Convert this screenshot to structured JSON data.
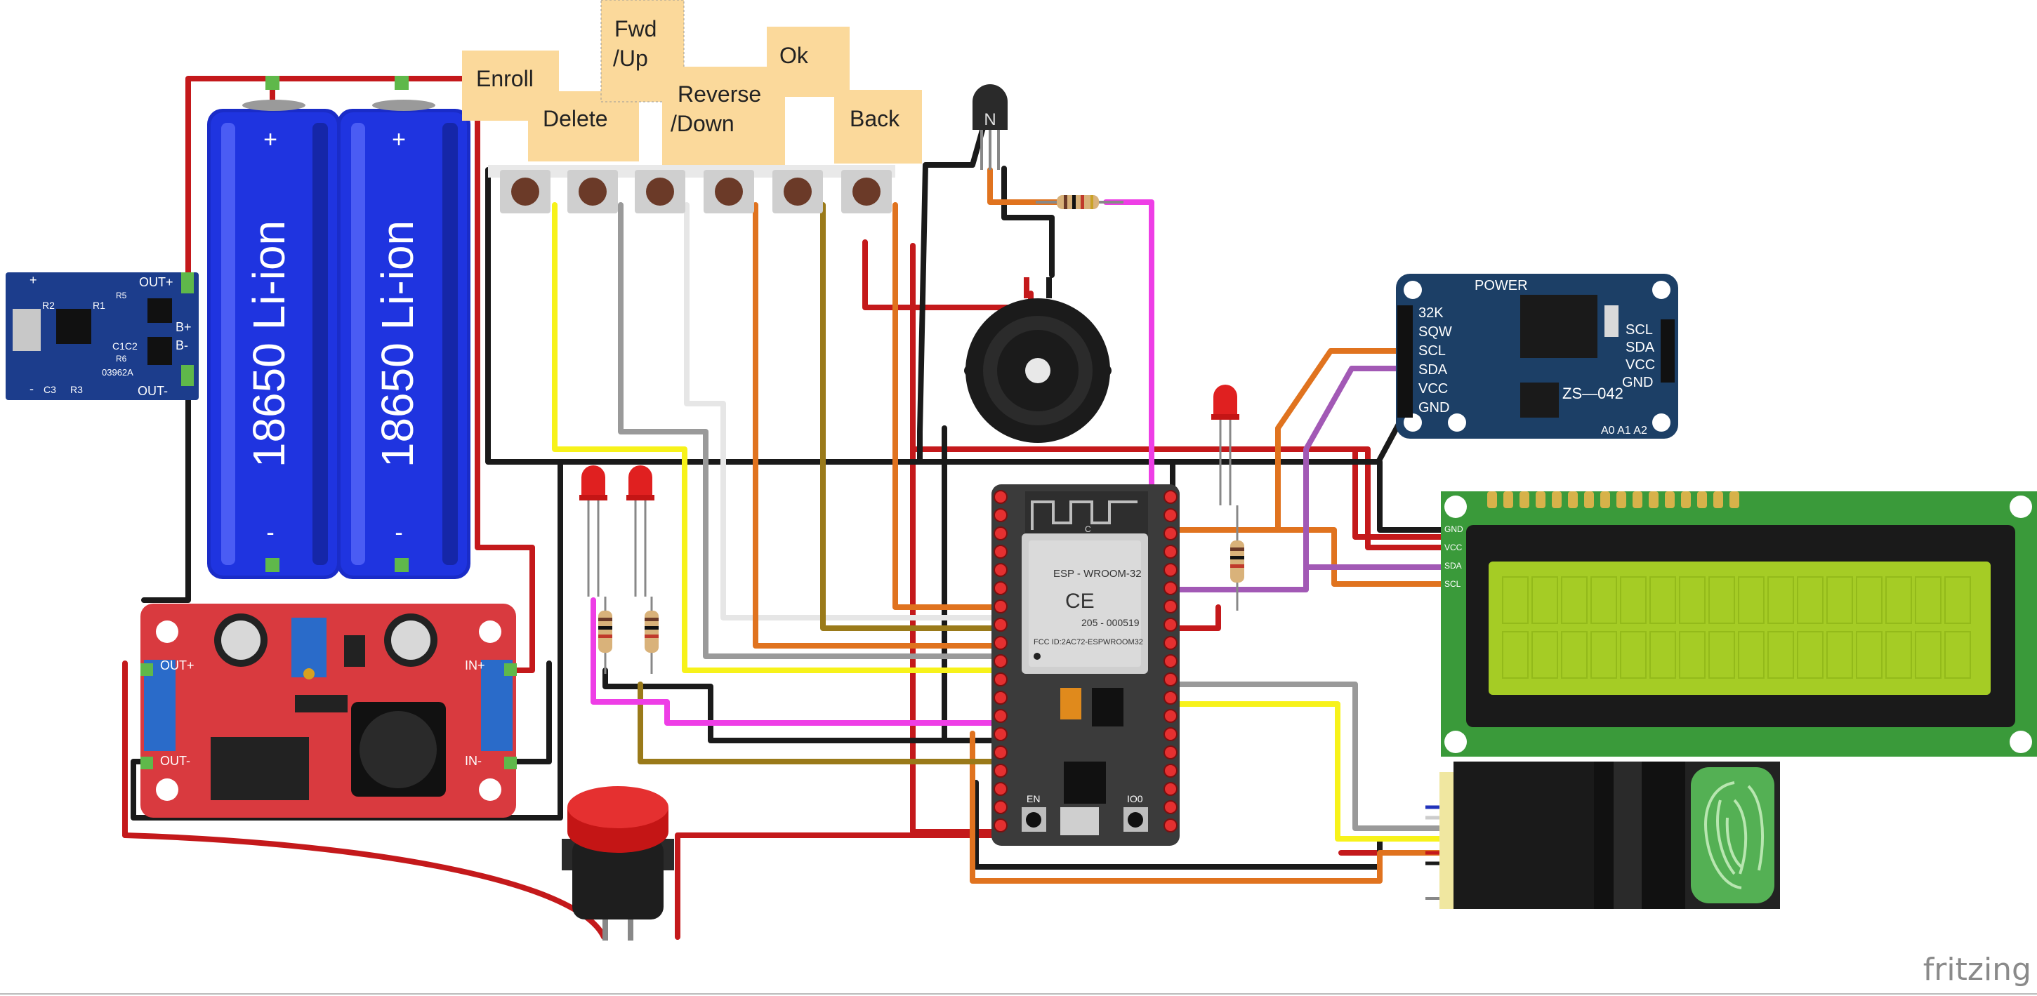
{
  "battery": {
    "cell_label": "18650 Li-ion",
    "plus": "+",
    "minus": "-"
  },
  "charger": {
    "out_plus": "OUT+",
    "b_plus": "B+",
    "b_minus": "B-",
    "out_minus": "OUT-",
    "plus": "+",
    "minus": "-",
    "r2": "R2",
    "r1": "R1",
    "r5": "R5",
    "r6": "R6",
    "r3": "R3",
    "c3": "C3",
    "c1c2": "C1C2",
    "code": "03962A"
  },
  "boost": {
    "out_plus": "OUT+",
    "in_plus": "IN+",
    "out_minus": "OUT-",
    "in_minus": "IN-"
  },
  "buttons": [
    "Enroll",
    "Delete",
    "Fwd\n/Up",
    "Reverse\n/Down",
    "Ok",
    "Back"
  ],
  "transistor": {
    "mark": "N"
  },
  "rtc": {
    "title": "POWER",
    "left_pins": [
      "32K",
      "SQW",
      "SCL",
      "SDA",
      "VCC",
      "GND"
    ],
    "right_pins": [
      "SCL",
      "SDA",
      "VCC",
      "GND"
    ],
    "model": "ZS—042",
    "addr": "A0 A1 A2"
  },
  "esp32": {
    "module": "ESP - WROOM-32",
    "ce": "CE",
    "r_code": "205 - 000519",
    "fcc": "FCC ID:2AC72-ESPWROOM32",
    "en": "EN",
    "io0": "IO0",
    "c": "C"
  },
  "lcd": {
    "pins": [
      "GND",
      "VCC",
      "SDA",
      "SCL"
    ]
  },
  "watermark": "fritzing",
  "colors": {
    "wire_red": "#c4191b",
    "wire_black": "#1a1a1a",
    "wire_yellow": "#f7f21a",
    "wire_gray": "#9a9a9a",
    "wire_white": "#e6e6e6",
    "wire_orange": "#e0731f",
    "wire_olive": "#9a7a1a",
    "wire_magenta": "#ee3ee6",
    "wire_purple": "#a259b5",
    "cell_blue": "#1f34e0",
    "lcd_green": "#3a9a3a",
    "lcd_screen": "#a5cc25",
    "rtc_blue": "#1c3f66",
    "esp_gray": "#3b3b3b",
    "boost_red": "#d93a3f"
  }
}
